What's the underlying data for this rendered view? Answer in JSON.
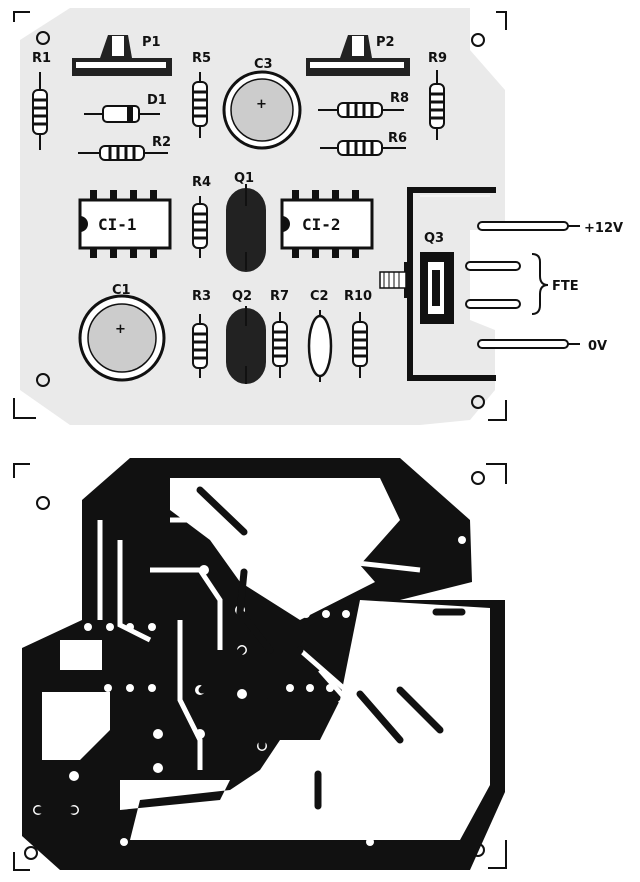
{
  "components": {
    "r1": "R1",
    "r2": "R2",
    "r3": "R3",
    "r4": "R4",
    "r5": "R5",
    "r6": "R6",
    "r7": "R7",
    "r8": "R8",
    "r9": "R9",
    "r10": "R10",
    "p1": "P1",
    "p2": "P2",
    "d1": "D1",
    "c1": "C1",
    "c2": "C2",
    "c3": "C3",
    "q1": "Q1",
    "q2": "Q2",
    "q3": "Q3",
    "ci1": "CI-1",
    "ci2": "CI-2"
  },
  "terminals": {
    "supply": "+12V",
    "source": "FTE",
    "ground": "0V"
  },
  "polarity": {
    "c3": "+",
    "c1": "+"
  }
}
